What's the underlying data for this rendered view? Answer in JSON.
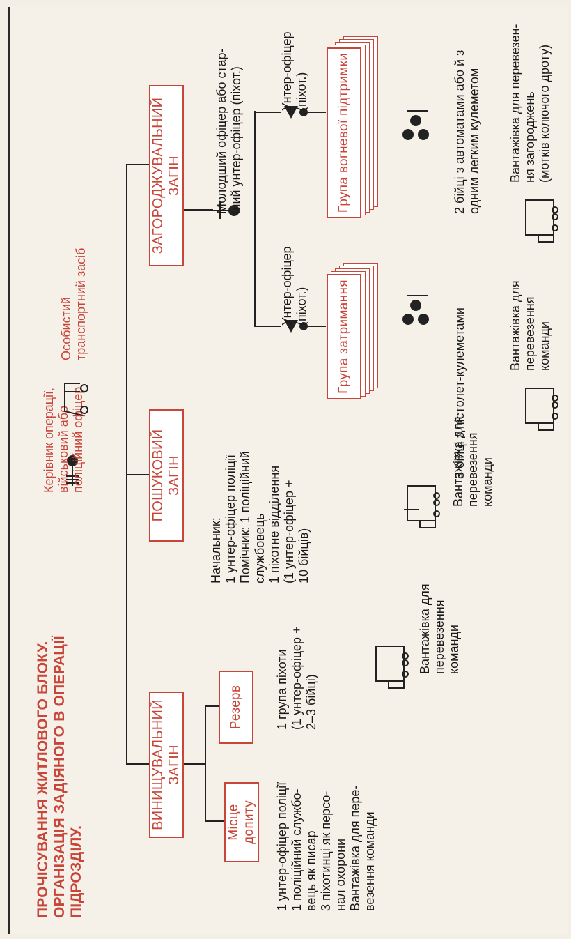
{
  "title": {
    "lines": [
      "ПРОЧІСУВАННЯ ЖИТЛОВОГО БЛОКУ.",
      "ОРГАНІЗАЦІЯ ЗАДІЯНОГО В ОПЕРАЦІЇ",
      "ПІДРОЗДІЛУ."
    ]
  },
  "legend": {
    "commander": [
      "Керівник операції,",
      "військовий або",
      "поліційний офіцер"
    ],
    "vehicle": [
      "Особистий",
      "транспортний засіб"
    ]
  },
  "units": {
    "destruction": "ВИНИЩУВАЛЬНИЙ ЗАГІН",
    "search": "ПОШУКОВИЙ ЗАГІН",
    "blocking": "ЗАГОРОДЖУВАЛЬНИЙ ЗАГІН",
    "interrogation": "Місце допиту",
    "reserve": "Резерв",
    "delay_group": "Група затримання",
    "fire_support_group": "Група вогневої підтримки"
  },
  "details": {
    "interrogation": [
      "1 унтер-офіцер поліції",
      "1 поліційний службо-",
      "вець як писар",
      "3 піхотинці як персо-",
      "нал охорони",
      "Вантажівка для пере-",
      "везення команди"
    ],
    "reserve": [
      "1 група піхоти",
      "(1 унтер-офіцер +",
      "2–3 бійці)"
    ],
    "search": [
      "Начальник:",
      "1 унтер-офіцер поліції",
      "Помічник: 1 поліційний",
      "службовець",
      "1 піхотне відділення",
      "(1 унтер-офіцер +",
      "10 бійців)"
    ],
    "blocking_leader": [
      "Молодший офіцер або стар-",
      "ший унтер-офіцер (піхот.)"
    ],
    "nco_delay": [
      "Унтер-офіцер",
      "(піхот.)"
    ],
    "nco_support": [
      "Унтер-офіцер",
      "(піхот.)"
    ],
    "delay_men": "3 бійці з пістолет-кулеметами",
    "support_men": [
      "2 бійці з автоматами або й з",
      "одним легким кулеметом"
    ]
  },
  "trucks": {
    "reserve": [
      "Вантажівка для",
      "перевезення",
      "команди"
    ],
    "search": [
      "Вантажівка для",
      "перевезення",
      "команди"
    ],
    "delay": [
      "Вантажівка для",
      "перевезення",
      "команди"
    ],
    "barrier": [
      "Вантажівка для перевезен-",
      "ня загороджень",
      "(мотків колючого дроту)"
    ]
  },
  "colors": {
    "accent": "#c8453a",
    "ink": "#1a1a1a",
    "paper": "#f6f1e8"
  }
}
